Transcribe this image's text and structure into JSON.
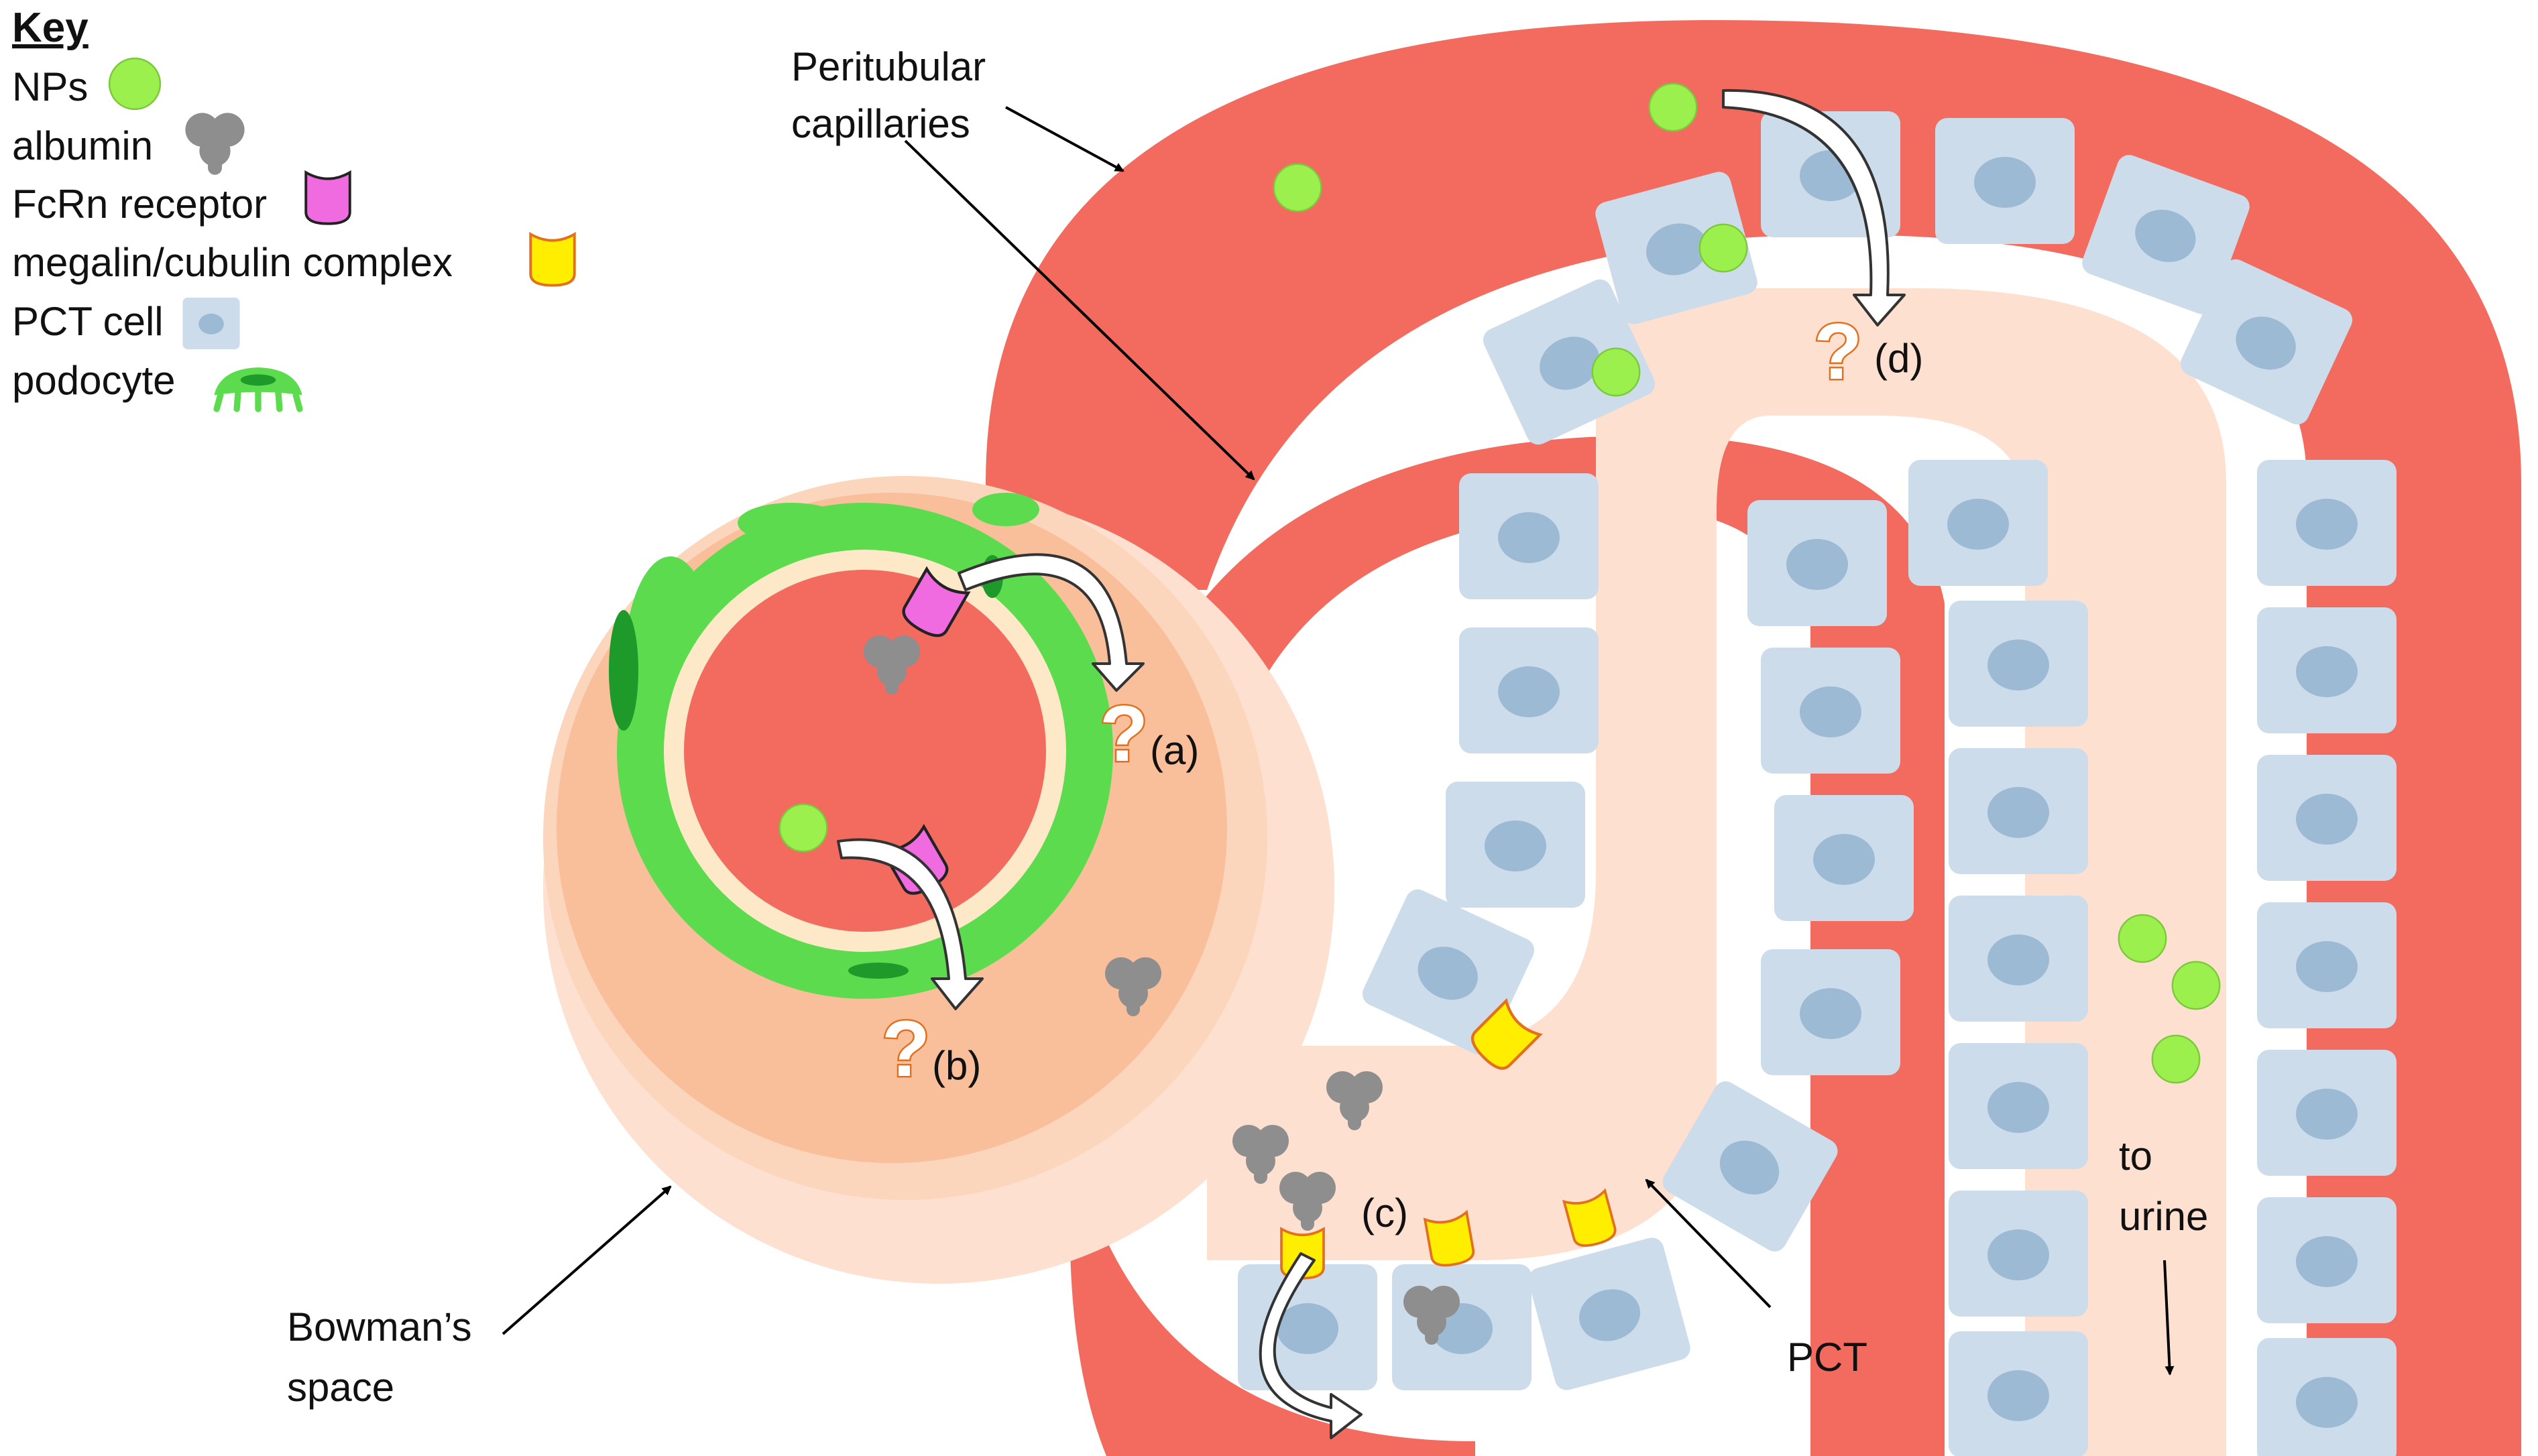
{
  "key": {
    "title": "Key",
    "items": [
      {
        "label": "NPs",
        "icon": "nanoparticle-icon"
      },
      {
        "label": "albumin",
        "icon": "albumin-icon"
      },
      {
        "label": "FcRn receptor",
        "icon": "fcrn-receptor-icon"
      },
      {
        "label": "megalin/cubulin complex",
        "icon": "megalin-cubulin-icon"
      },
      {
        "label": "PCT cell",
        "icon": "pct-cell-icon"
      },
      {
        "label": "podocyte",
        "icon": "podocyte-icon"
      }
    ]
  },
  "labels": {
    "peritubular_line1": "Peritubular",
    "peritubular_line2": "capillaries",
    "bowman_line1": "Bowman’s",
    "bowman_line2": "space",
    "pct": "PCT",
    "urine_line1": "to",
    "urine_line2": "urine",
    "step_a": "(a)",
    "step_b": "(b)",
    "step_c": "(c)",
    "step_d": "(d)",
    "question_mark": "?"
  },
  "colors": {
    "capillary": "#f26b5e",
    "tubule_lumen": "#fde0d0",
    "bowman_capsule": "#fcd5bd",
    "bowman_space": "#f9bf9b",
    "pct_cell": "#ccdcea",
    "pct_nucleus": "#9dbad4",
    "nanoparticle": "#9cf04d",
    "albumin": "#8e8e8e",
    "fcrn": "#f06ae0",
    "megalin": "#ffee00",
    "podocyte": "#5ddb4e",
    "question_outline": "#e2701f"
  }
}
